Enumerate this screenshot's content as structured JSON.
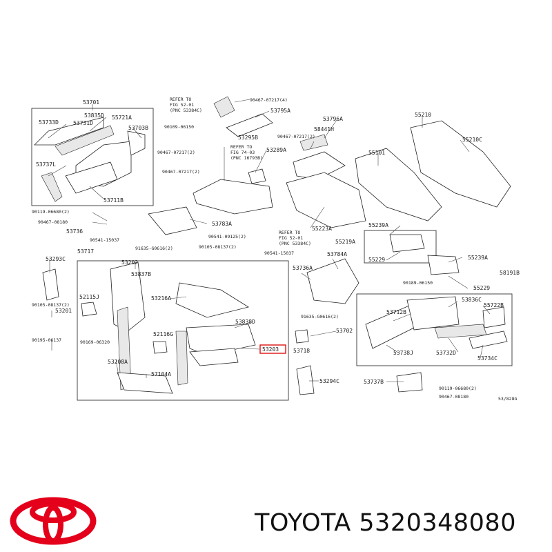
{
  "diagram": {
    "code": "53/828G",
    "highlight": "53203",
    "labels": [
      {
        "id": "53701",
        "t": "53701"
      },
      {
        "id": "53733D",
        "t": "53733D"
      },
      {
        "id": "53835D",
        "t": "53835D"
      },
      {
        "id": "55721A",
        "t": "55721A"
      },
      {
        "id": "53731D",
        "t": "53731D"
      },
      {
        "id": "53703B",
        "t": "53703B"
      },
      {
        "id": "53737L",
        "t": "53737L"
      },
      {
        "id": "53711B",
        "t": "53711B"
      },
      {
        "id": "90119a",
        "t": "90119-06680(2)"
      },
      {
        "id": "90467a",
        "t": "90467-08180"
      },
      {
        "id": "53736",
        "t": "53736"
      },
      {
        "id": "90109a",
        "t": "90109-06150"
      },
      {
        "id": "90467b",
        "t": "90467-07217(2)"
      },
      {
        "id": "90467c",
        "t": "90467-07217(2)"
      },
      {
        "id": "ref1a",
        "t": "REFER TO"
      },
      {
        "id": "ref1b",
        "t": "FIG 52-01"
      },
      {
        "id": "ref1c",
        "t": "(PNC 53384C)"
      },
      {
        "id": "90467d",
        "t": "90467-07217(4)"
      },
      {
        "id": "53795A",
        "t": "53795A"
      },
      {
        "id": "53295B",
        "t": "53295B"
      },
      {
        "id": "ref2a",
        "t": "REFER TO"
      },
      {
        "id": "ref2b",
        "t": "FIG 74-03"
      },
      {
        "id": "ref2c",
        "t": "(PNC 16793B)"
      },
      {
        "id": "53289A",
        "t": "53289A"
      },
      {
        "id": "53796A",
        "t": "53796A"
      },
      {
        "id": "90467e",
        "t": "90467-07217(2)"
      },
      {
        "id": "58441H",
        "t": "58441H"
      },
      {
        "id": "55210",
        "t": "55210"
      },
      {
        "id": "55210C",
        "t": "55210C"
      },
      {
        "id": "55101",
        "t": "55101"
      },
      {
        "id": "ref3a",
        "t": "REFER TO"
      },
      {
        "id": "ref3b",
        "t": "FIG 52-01"
      },
      {
        "id": "ref3c",
        "t": "(PNC 53384C)"
      },
      {
        "id": "55223A",
        "t": "55223A"
      },
      {
        "id": "53783A",
        "t": "53783A"
      },
      {
        "id": "90541a",
        "t": "90541-15037"
      },
      {
        "id": "53717",
        "t": "53717"
      },
      {
        "id": "91635a",
        "t": "91635-G0616(2)"
      },
      {
        "id": "90105a",
        "t": "90105-08137(2)"
      },
      {
        "id": "90541b",
        "t": "90541-09125(2)"
      },
      {
        "id": "90541c",
        "t": "90541-15037"
      },
      {
        "id": "55239A",
        "t": "55239A"
      },
      {
        "id": "55219A",
        "t": "55219A"
      },
      {
        "id": "55229a",
        "t": "55229"
      },
      {
        "id": "55239Ab",
        "t": "55239A"
      },
      {
        "id": "58191B",
        "t": "58191B"
      },
      {
        "id": "90189a",
        "t": "90189-06150"
      },
      {
        "id": "55229b",
        "t": "55229"
      },
      {
        "id": "53293C",
        "t": "53293C"
      },
      {
        "id": "53202",
        "t": "53202"
      },
      {
        "id": "53837B",
        "t": "53837B"
      },
      {
        "id": "53736A",
        "t": "53736A"
      },
      {
        "id": "53784A",
        "t": "53784A"
      },
      {
        "id": "53216A",
        "t": "53216A"
      },
      {
        "id": "52115J",
        "t": "52115J"
      },
      {
        "id": "90105b",
        "t": "90105-08137(2)"
      },
      {
        "id": "53201",
        "t": "53201"
      },
      {
        "id": "53836C",
        "t": "53836C"
      },
      {
        "id": "55722B",
        "t": "55722B"
      },
      {
        "id": "53712B",
        "t": "53712B"
      },
      {
        "id": "91635b",
        "t": "91635-G0616(2)"
      },
      {
        "id": "53838D",
        "t": "53838D"
      },
      {
        "id": "53702",
        "t": "53702"
      },
      {
        "id": "52116G",
        "t": "52116G"
      },
      {
        "id": "90195a",
        "t": "90195-06137"
      },
      {
        "id": "90169a",
        "t": "90169-06320"
      },
      {
        "id": "53203",
        "t": "53203"
      },
      {
        "id": "53718",
        "t": "53718"
      },
      {
        "id": "53738J",
        "t": "53738J"
      },
      {
        "id": "53732D",
        "t": "53732D"
      },
      {
        "id": "53734C",
        "t": "53734C"
      },
      {
        "id": "53208A",
        "t": "53208A"
      },
      {
        "id": "57104A",
        "t": "57104A"
      },
      {
        "id": "53294C",
        "t": "53294C"
      },
      {
        "id": "53737B",
        "t": "53737B"
      },
      {
        "id": "90119b",
        "t": "90119-06680(2)"
      },
      {
        "id": "90467f",
        "t": "90467-08180"
      },
      {
        "id": "code",
        "t": "53/828G"
      }
    ]
  },
  "brand": {
    "name": "TOYOTA",
    "part_number": "5320348080",
    "logo_color": "#e4001b",
    "logo_icon": "toyota-emblem-icon"
  }
}
